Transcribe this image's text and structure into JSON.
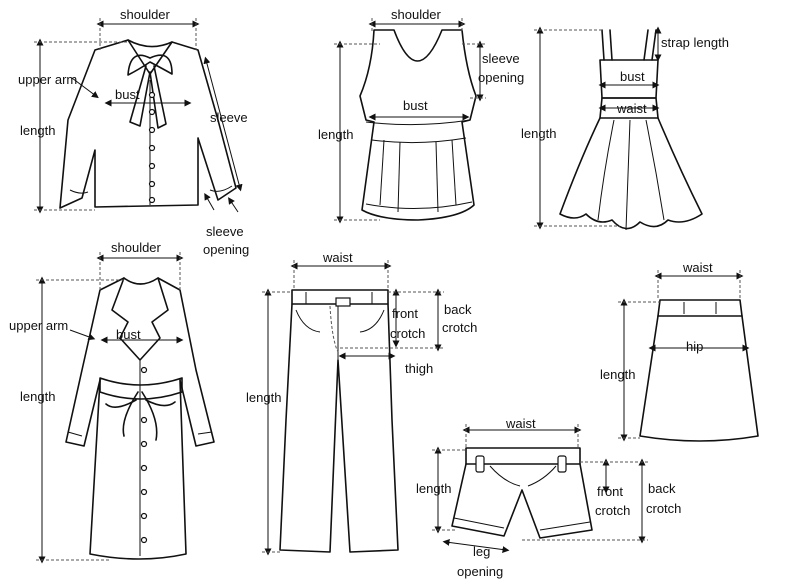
{
  "shirt": {
    "shoulder": "shoulder",
    "upper_arm": "upper arm",
    "bust": "bust",
    "length": "length",
    "sleeve": "sleeve",
    "sleeve_opening_1": "sleeve",
    "sleeve_opening_2": "opening"
  },
  "vest": {
    "shoulder": "shoulder",
    "sleeve_opening_1": "sleeve",
    "sleeve_opening_2": "opening",
    "bust": "bust",
    "length": "length"
  },
  "dress": {
    "strap_length": "strap length",
    "bust": "bust",
    "waist": "waist",
    "length": "length"
  },
  "coat": {
    "shoulder": "shoulder",
    "upper_arm": "upper arm",
    "bust": "bust",
    "length": "length"
  },
  "pants": {
    "waist": "waist",
    "front_crotch_1": "front",
    "front_crotch_2": "crotch",
    "back_crotch_1": "back",
    "back_crotch_2": "crotch",
    "thigh": "thigh",
    "length": "length"
  },
  "skirt": {
    "waist": "waist",
    "hip": "hip",
    "length": "length"
  },
  "shorts": {
    "waist": "waist",
    "length": "length",
    "front_crotch_1": "front",
    "front_crotch_2": "crotch",
    "back_crotch_1": "back",
    "back_crotch_2": "crotch",
    "leg_opening_1": "leg",
    "leg_opening_2": "opening"
  }
}
